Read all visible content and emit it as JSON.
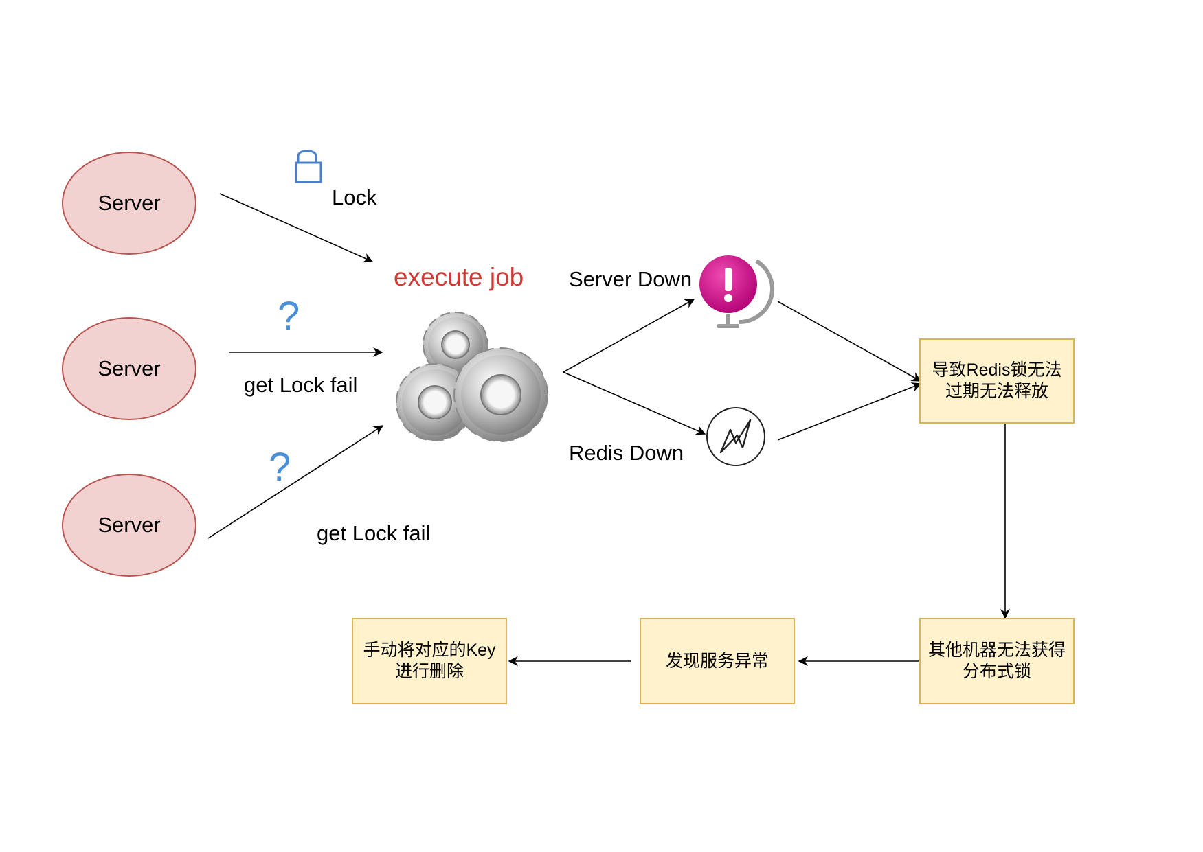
{
  "diagram": {
    "servers": [
      "Server",
      "Server",
      "Server"
    ],
    "edge_labels": {
      "lock": "Lock",
      "fail_1": "get Lock fail",
      "fail_2": "get Lock fail",
      "question_1": "?",
      "question_2": "?",
      "server_down": "Server Down",
      "redis_down": "Redis Down"
    },
    "job_label": "execute job",
    "boxes": {
      "expire": "导致Redis锁无法\n过期无法释放",
      "no_lock": "其他机器无法获得\n分布式锁",
      "found": "发现服务异常",
      "delete": "手动将对应的Key\n进行删除"
    },
    "icons": [
      "lock-icon",
      "gears-icon",
      "warning-globe-icon",
      "lightning-icon"
    ],
    "colors": {
      "server_fill": "#f2d2d1",
      "server_stroke": "#b85450",
      "box_fill": "#fff2cc",
      "box_stroke": "#d6b656",
      "job_text": "#cf3a35",
      "question": "#4a90d9",
      "warning": "#d1068a"
    }
  }
}
